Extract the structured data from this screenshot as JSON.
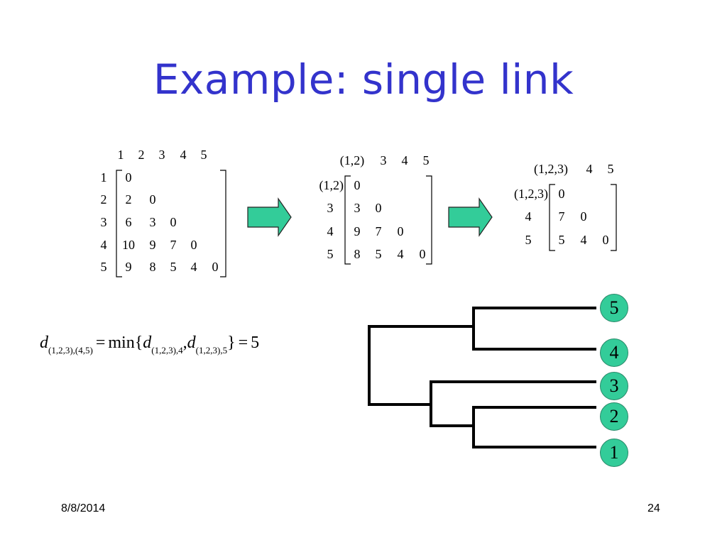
{
  "slide": {
    "title": "Example: single link",
    "date": "8/8/2014",
    "page_number": "24"
  },
  "matrix1": {
    "col_headers": [
      "1",
      "2",
      "3",
      "4",
      "5"
    ],
    "row_labels": [
      "1",
      "2",
      "3",
      "4",
      "5"
    ],
    "rows": [
      [
        "0"
      ],
      [
        "2",
        "0"
      ],
      [
        "6",
        "3",
        "0"
      ],
      [
        "10",
        "9",
        "7",
        "0"
      ],
      [
        "9",
        "8",
        "5",
        "4",
        "0"
      ]
    ]
  },
  "matrix2": {
    "col_headers": [
      "(1,2)",
      "3",
      "4",
      "5"
    ],
    "row_labels": [
      "(1,2)",
      "3",
      "4",
      "5"
    ],
    "rows": [
      [
        "0"
      ],
      [
        "3",
        "0"
      ],
      [
        "9",
        "7",
        "0"
      ],
      [
        "8",
        "5",
        "4",
        "0"
      ]
    ]
  },
  "matrix3": {
    "col_headers": [
      "(1,2,3)",
      "4",
      "5"
    ],
    "row_labels": [
      "(1,2,3)",
      "4",
      "5"
    ],
    "rows": [
      [
        "0"
      ],
      [
        "7",
        "0"
      ],
      [
        "5",
        "4",
        "0"
      ]
    ]
  },
  "formula": {
    "d": "d",
    "sub_lhs": "(1,2,3),(4,5)",
    "eq": "=",
    "min": "min{",
    "sub_a": "(1,2,3),4",
    "comma": ",",
    "sub_b": "(1,2,3),5",
    "close": "}",
    "eq2": "=",
    "result": "5"
  },
  "dendrogram": {
    "leaves": [
      "5",
      "4",
      "3",
      "2",
      "1"
    ],
    "leaf_color": "#33cc99"
  },
  "colors": {
    "title": "#3333cc",
    "arrow_fill": "#33cc99"
  }
}
